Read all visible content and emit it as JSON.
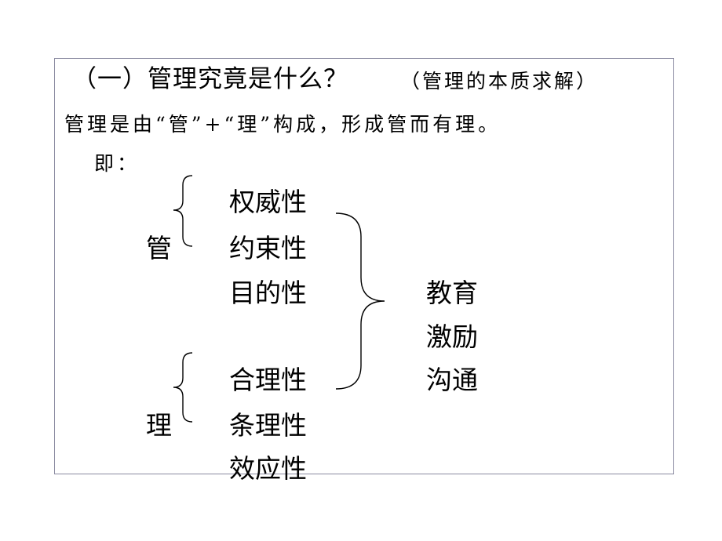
{
  "title": "（一）管理究竟是什么？",
  "title_note": "（管理的本质求解）",
  "definition": "管理是由“管”+“理”构成，形成管而有理。",
  "ie_label": "即：",
  "guan": {
    "label": "管",
    "attributes": [
      "权威性",
      "约束性",
      "目的性"
    ]
  },
  "li": {
    "label": "理",
    "attributes": [
      "合理性",
      "条理性",
      "效应性"
    ]
  },
  "methods": [
    "教育",
    "激励",
    "沟通"
  ],
  "colors": {
    "frame": "#8a8aa0",
    "text": "#000000",
    "bracket": "#000000"
  }
}
